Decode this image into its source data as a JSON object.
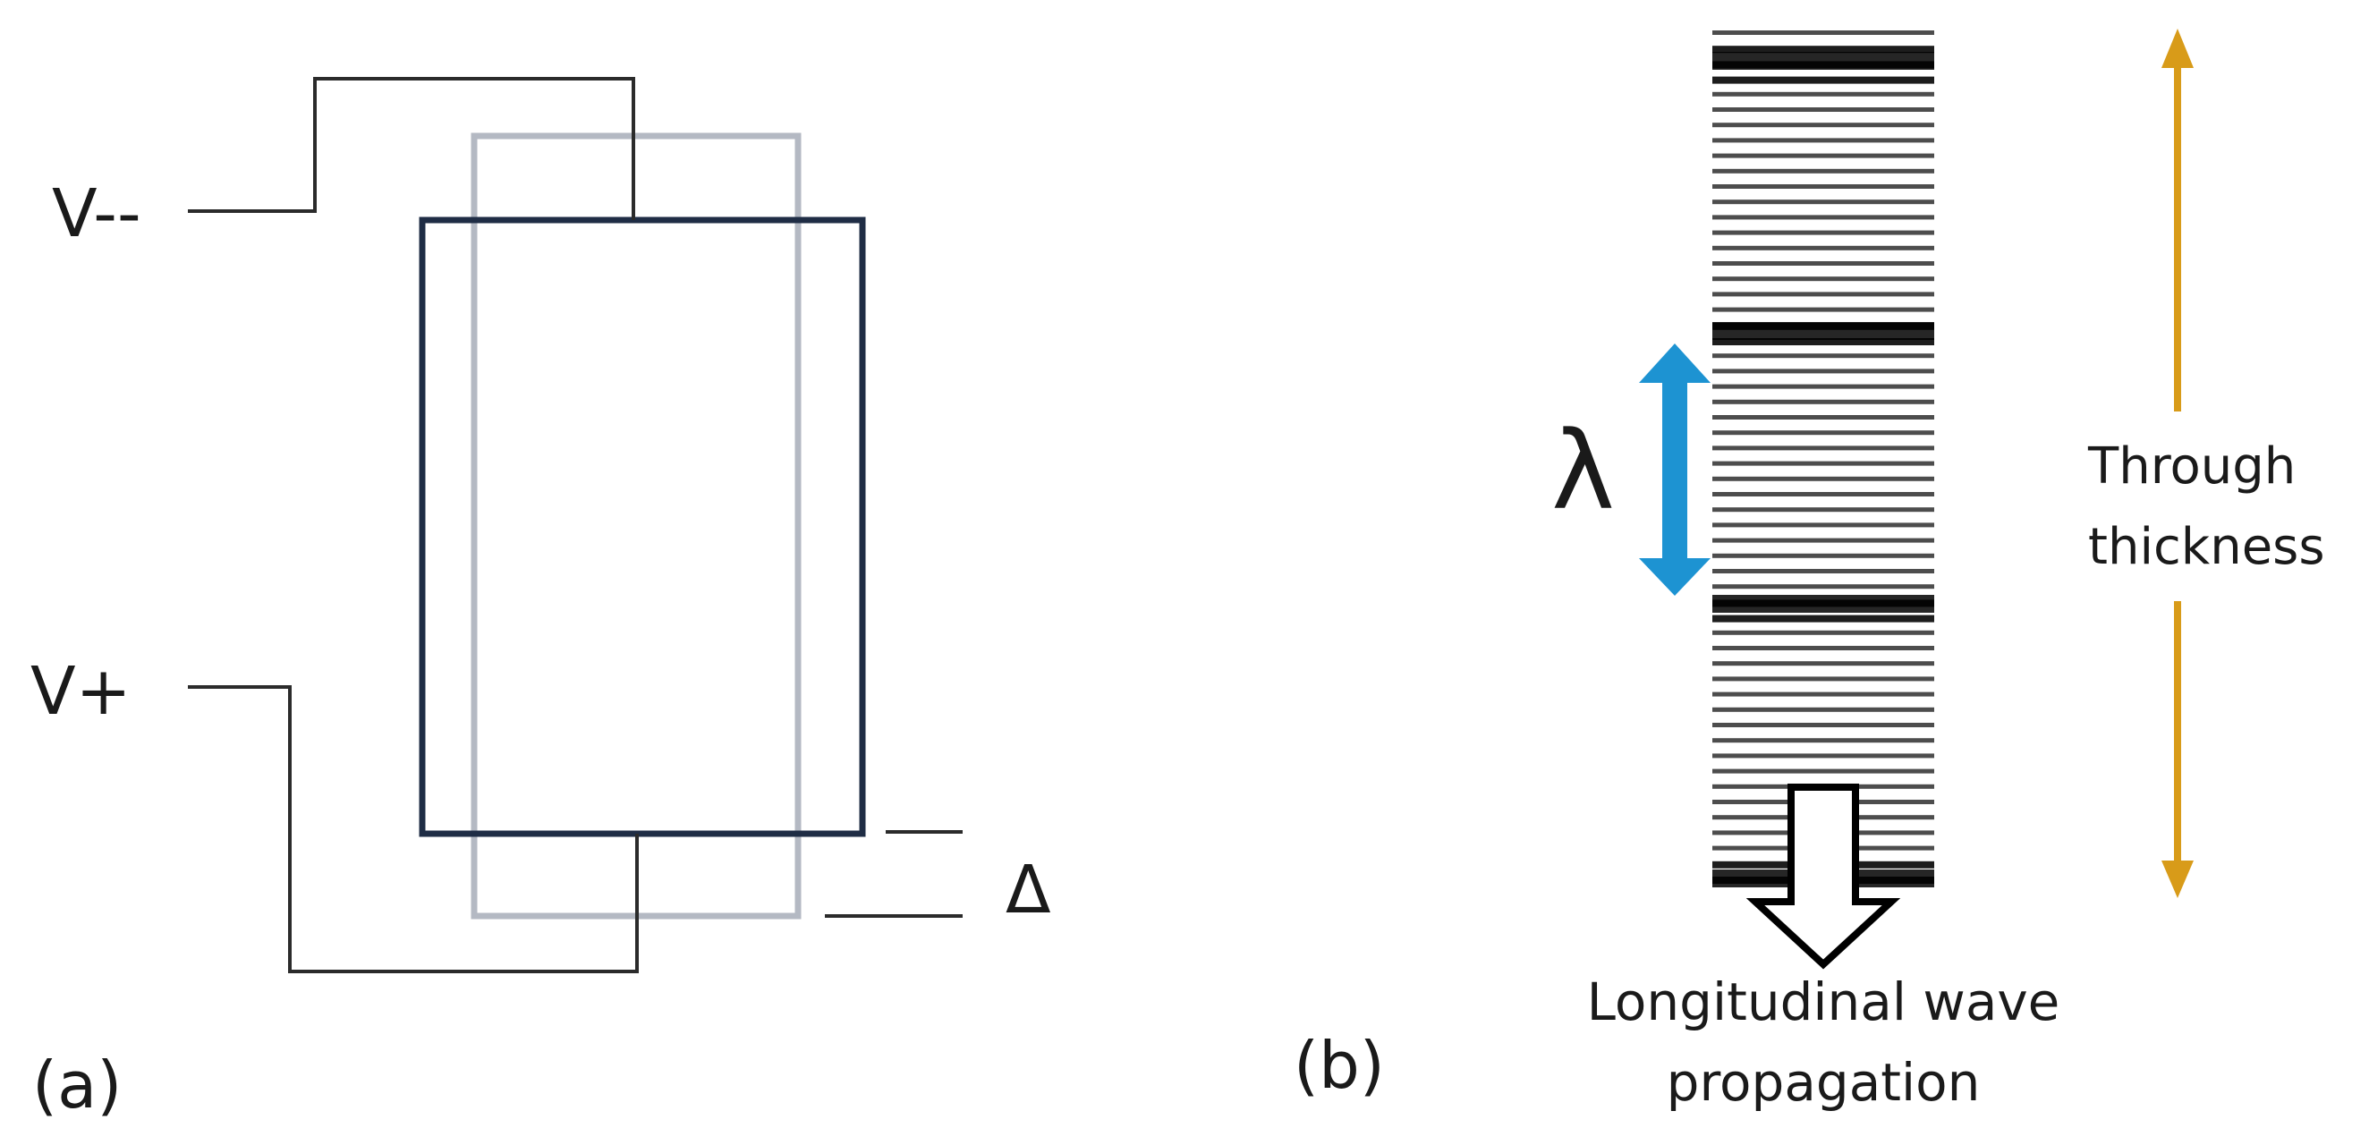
{
  "panel_a": {
    "label": "(a)",
    "v_minus": "V--",
    "v_plus": "V+",
    "delta": "Δ",
    "colors": {
      "wire": "#2b2b2b",
      "front_plate": "#1f2d45",
      "shifted_plate": "#b4b9c3"
    }
  },
  "panel_b": {
    "label": "(b)",
    "lambda": "λ",
    "thickness_line1": "Through",
    "thickness_line2": "thickness",
    "propagation_line1": "Longitudinal wave",
    "propagation_line2": "propagation",
    "colors": {
      "bands": "#111111",
      "lambda_arrow": "#1d93d2",
      "thickness_arrow": "#d89b19",
      "propagation_arrow": "#000000"
    }
  }
}
